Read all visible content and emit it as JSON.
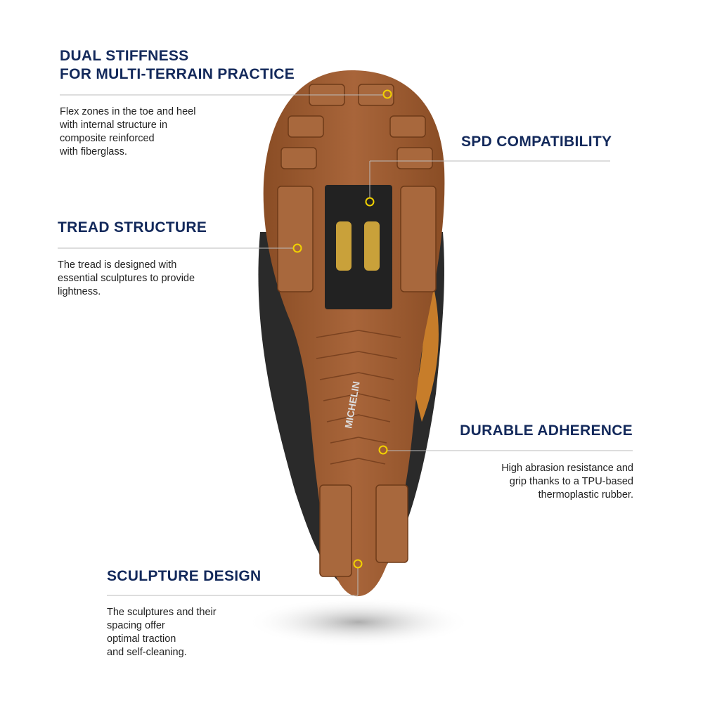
{
  "features": [
    {
      "title_lines": [
        "DUAL STIFFNESS",
        "FOR MULTI-TERRAIN PRACTICE"
      ],
      "body_lines": [
        "Flex zones in the toe and heel",
        "with internal structure in",
        "composite reinforced",
        "with fiberglass."
      ]
    },
    {
      "title_lines": [
        "SPD COMPATIBILITY"
      ],
      "body_lines": []
    },
    {
      "title_lines": [
        "TREAD STRUCTURE"
      ],
      "body_lines": [
        "The tread is designed with",
        "essential sculptures to provide",
        "lightness."
      ]
    },
    {
      "title_lines": [
        "DURABLE ADHERENCE"
      ],
      "body_lines": [
        "High abrasion resistance and",
        "grip thanks to a TPU-based",
        "thermoplastic rubber."
      ]
    },
    {
      "title_lines": [
        "SCULPTURE DESIGN"
      ],
      "body_lines": [
        "The sculptures and their",
        "spacing offer",
        "optimal traction",
        "and self-cleaning."
      ]
    }
  ],
  "logo_text": "MICHELIN",
  "colors": {
    "heading": "#13295b",
    "sole": "#9a5a2f",
    "marker": "#f2d200",
    "leader": "#bbbbbb"
  }
}
